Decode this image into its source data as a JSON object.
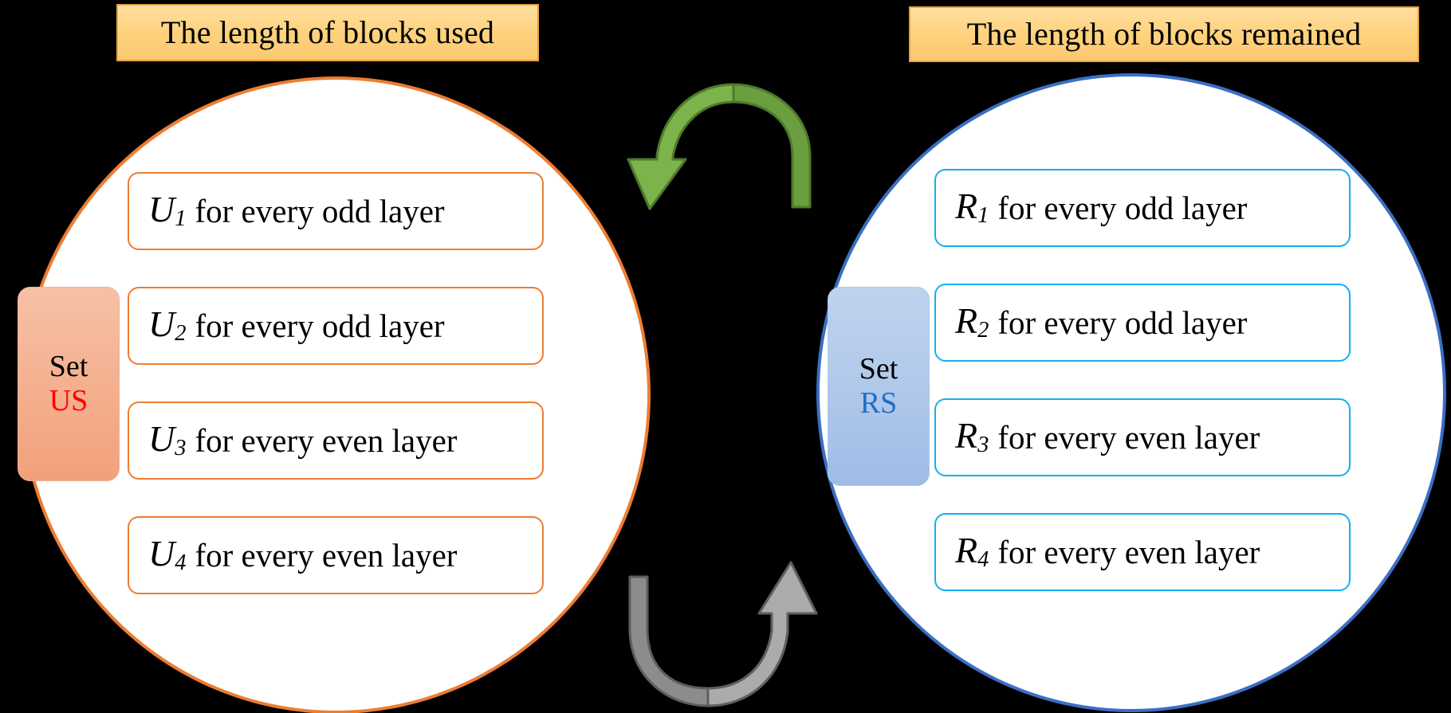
{
  "left_group": {
    "banner_label": "The length of blocks used",
    "badge": {
      "word": "Set",
      "code": "US",
      "color": "#FF0000"
    },
    "circle_color": "#ED7D31",
    "items": [
      {
        "symbol": "U",
        "index": "1",
        "text": "for every odd layer"
      },
      {
        "symbol": "U",
        "index": "2",
        "text": "for every odd layer"
      },
      {
        "symbol": "U",
        "index": "3",
        "text": "for every even layer"
      },
      {
        "symbol": "U",
        "index": "4",
        "text": "for every even layer"
      }
    ]
  },
  "right_group": {
    "banner_label": "The length of blocks remained",
    "badge": {
      "word": "Set",
      "code": "RS",
      "color": "#1F6FC0"
    },
    "circle_color": "#3A6FC4",
    "items": [
      {
        "symbol": "R",
        "index": "1",
        "text": "for every odd layer"
      },
      {
        "symbol": "R",
        "index": "2",
        "text": "for every odd layer"
      },
      {
        "symbol": "R",
        "index": "3",
        "text": "for every even layer"
      },
      {
        "symbol": "R",
        "index": "4",
        "text": "for every even layer"
      }
    ]
  },
  "arrows": {
    "top": {
      "name": "arc-arrow-right-to-left",
      "color": "#70AD47",
      "direction": "right-to-left"
    },
    "bottom": {
      "name": "arc-arrow-left-to-right",
      "color": "#9B9B9B",
      "direction": "left-to-right"
    }
  },
  "palette": {
    "banner_fill": "#FFD27F",
    "banner_border": "#E8A33D",
    "left_pill_border": "#ED7D31",
    "right_pill_border": "#12B0F0",
    "us_badge_fill": "#F4AF8E",
    "rs_badge_fill": "#AFC8EA",
    "background": "#000000"
  }
}
